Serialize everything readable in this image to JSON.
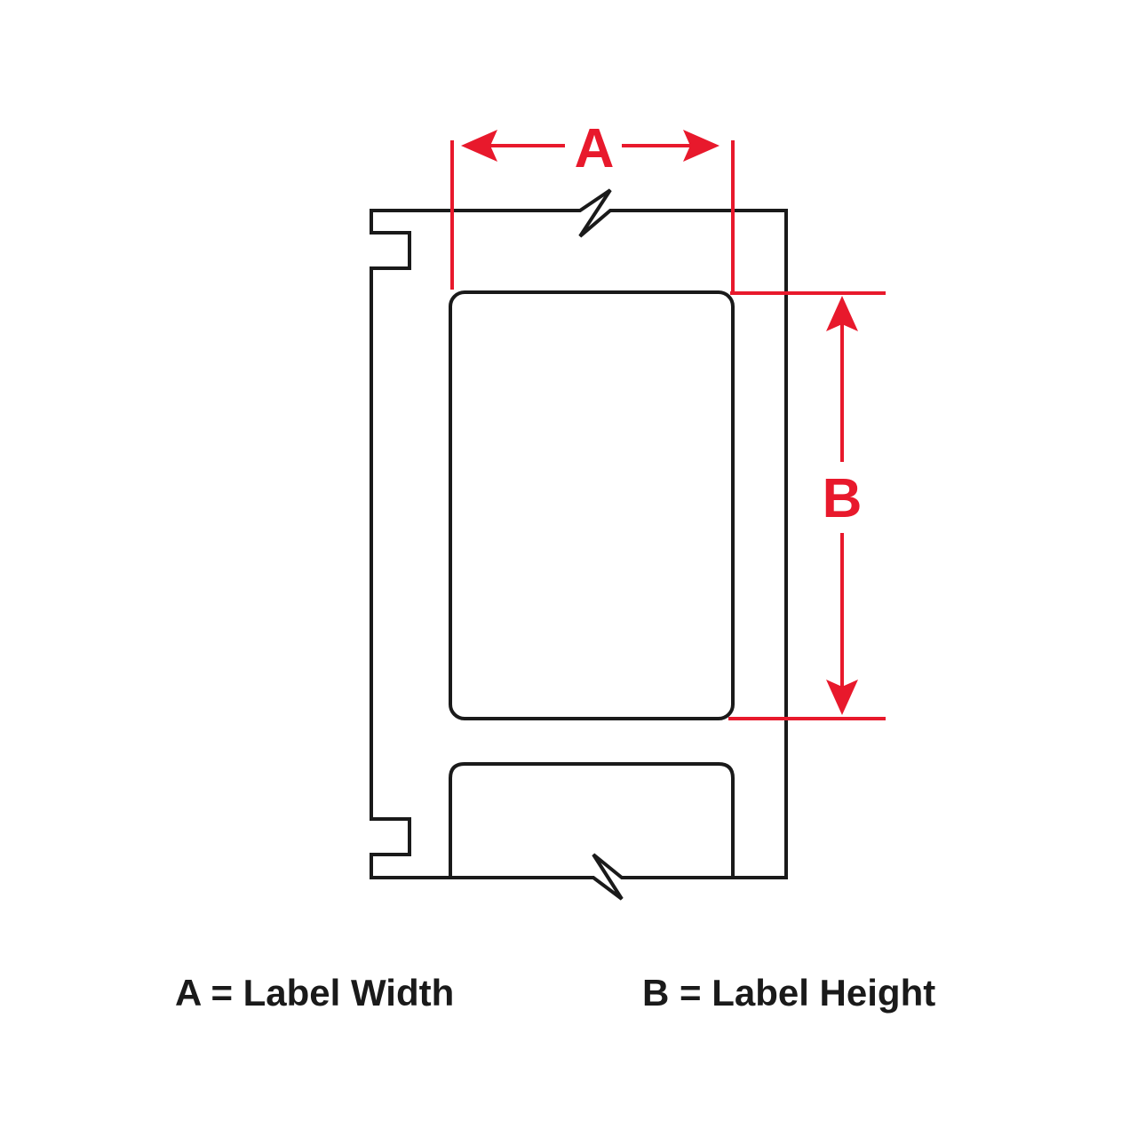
{
  "diagram": {
    "dimension_a": {
      "letter": "A"
    },
    "dimension_b": {
      "letter": "B"
    },
    "legend": {
      "a": "A = Label Width",
      "b": "B = Label Height"
    }
  },
  "colors": {
    "outline": "#1a1a1a",
    "dimension": "#e8192c",
    "background": "#ffffff"
  }
}
